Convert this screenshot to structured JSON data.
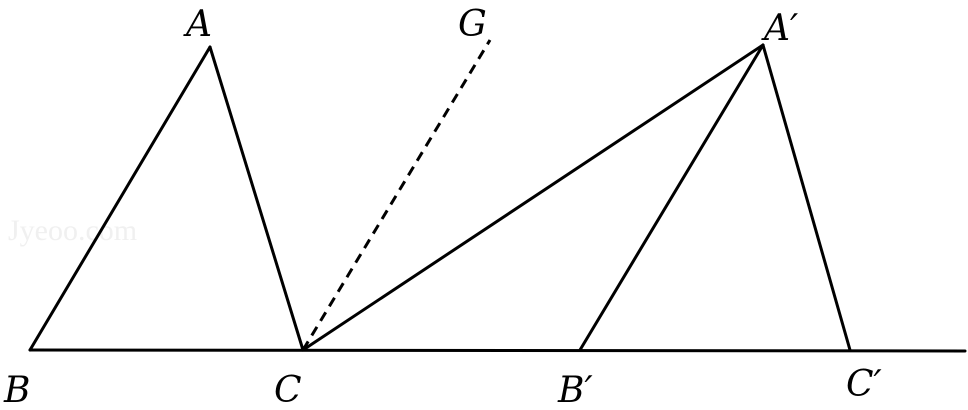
{
  "labels": {
    "A": "A",
    "G": "G",
    "A_prime": "A′",
    "B": "B",
    "C": "C",
    "B_prime": "B′",
    "C_prime": "C′"
  },
  "watermark": "Jyeoo.com",
  "colors": {
    "line": "#000000",
    "background": "#ffffff",
    "watermark": "#f0f0f0"
  }
}
